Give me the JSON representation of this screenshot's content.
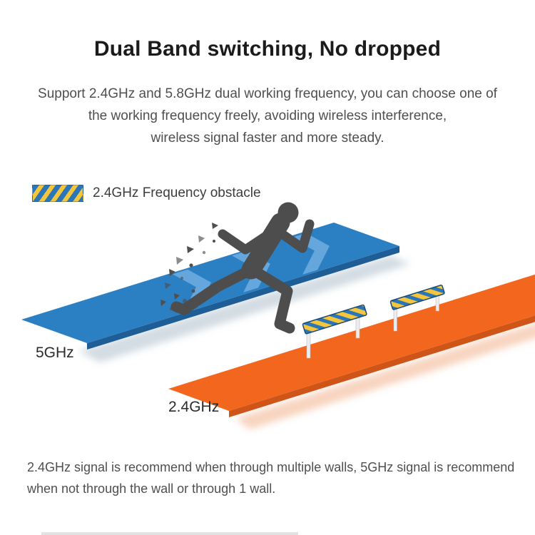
{
  "colors": {
    "track_5ghz_blue": "#2b7fc3",
    "track_5ghz_blue_dark": "#1e5d95",
    "chevron_blue": "#74b2e2",
    "track_24ghz_orange": "#f2661d",
    "track_24ghz_orange_dark": "#cf5417",
    "stripe_yellow": "#f5c63c",
    "stripe_blue": "#2a76b9",
    "runner_gray": "#4d4d4d"
  },
  "header": {
    "title": "Dual Band switching, No dropped",
    "subtitle_lines": [
      "Support 2.4GHz and 5.8GHz dual working frequency, you can choose one of",
      "the working frequency freely, avoiding wireless interference,",
      "wireless signal faster and more steady."
    ]
  },
  "legend": {
    "label": "2.4GHz Frequency obstacle"
  },
  "diagram": {
    "track_5ghz_label": "5GHz",
    "track_24ghz_label": "2.4GHz"
  },
  "footer": {
    "lines": [
      "2.4GHz signal is recommend when through multiple walls, 5GHz signal is recommend",
      "when not through the wall or through 1 wall."
    ]
  }
}
